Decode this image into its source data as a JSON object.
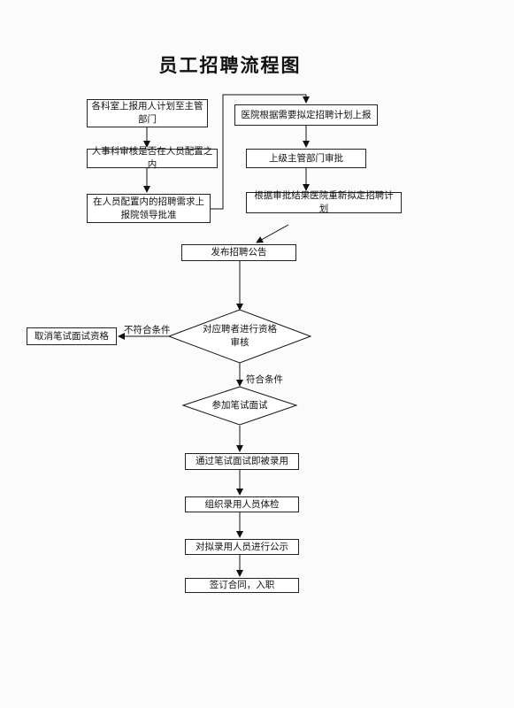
{
  "title": "员工招聘流程图",
  "nodes": {
    "n1": "各科室上报用人计划至主管部门",
    "n2": "人事科审核是否在人员配置之内",
    "n3": "在人员配置内的招聘需求上报院领导批准",
    "n4": "医院根据需要拟定招聘计划上报",
    "n5": "上级主管部门审批",
    "n6": "根据审批结果医院重新拟定招聘计划",
    "n7": "发布招聘公告",
    "d1": "对应聘者进行资格审核",
    "cancel": "取消笔试面试资格",
    "d2": "参加笔试面试",
    "n8": "通过笔试面试即被录用",
    "n9": "组织录用人员体检",
    "n10": "对拟录用人员进行公示",
    "n11": "签订合同，入职"
  },
  "labels": {
    "not_qualified": "不符合条件",
    "qualified": "符合条件"
  }
}
